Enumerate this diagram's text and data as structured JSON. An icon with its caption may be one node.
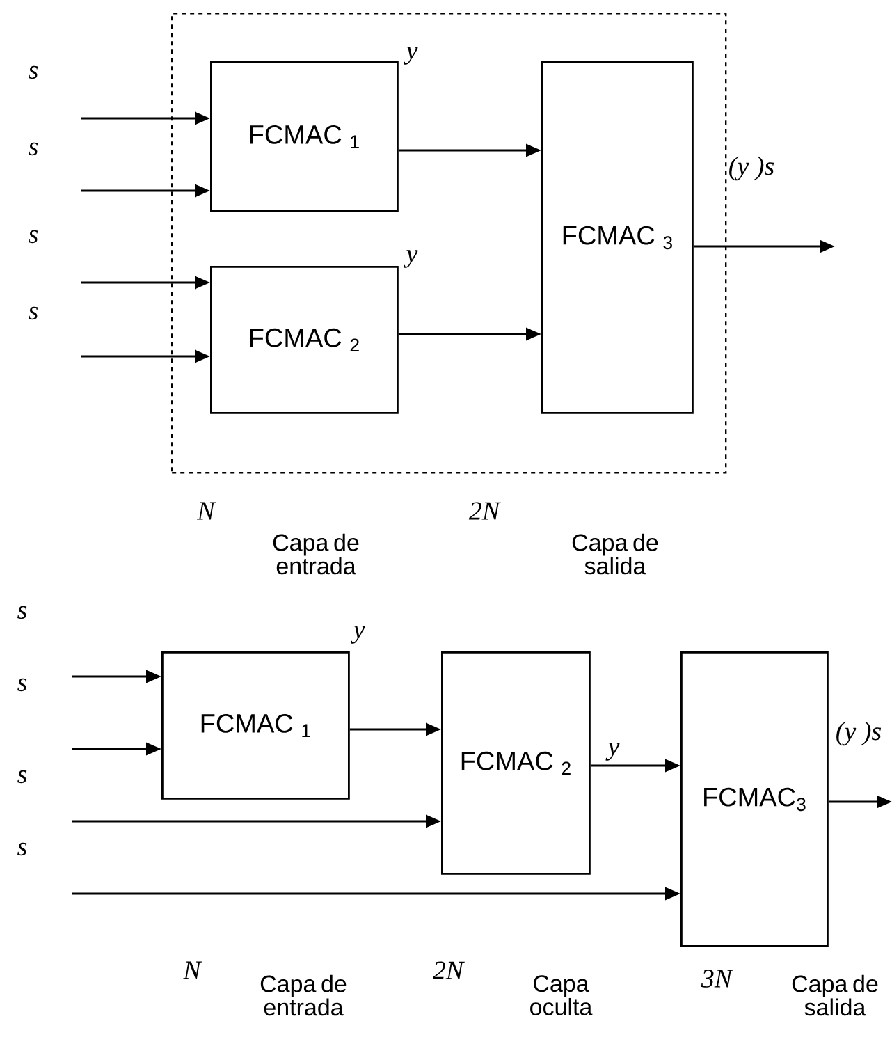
{
  "diagram": {
    "nodes": [
      {
        "text": [],
        "shape": "box"
      },
      {
        "text": [
          "FCMAC $_{1}$"
        ],
        "in": 0
      },
      {
        "text": [
          "FCMAC $_{2}$"
        ],
        "in": 0
      },
      {
        "text": [
          "FCMAC $_{3}$"
        ],
        "in": 0
      },
      {
        "text": [
          "FCMAC $_{1}$"
        ]
      },
      {
        "text": [
          "FCMAC $_{2}$"
        ]
      },
      {
        "text": [
          "FCMAC$_{3}$"
        ]
      }
    ],
    "edges": [
      {
        "from": null,
        "to": 1,
        "arrow": "to"
      },
      {
        "from": null,
        "to": 1,
        "arrow": "to"
      },
      {
        "from": null,
        "to": 2,
        "arrow": "to"
      },
      {
        "from": null,
        "to": 2,
        "arrow": "to"
      },
      {
        "from": 1,
        "to": 3,
        "arrow": "to"
      },
      {
        "from": 2,
        "to": 3,
        "arrow": "to"
      },
      {
        "from": 3,
        "to": null,
        "arrow": "to"
      },
      {
        "from": null,
        "to": 4,
        "arrow": "to"
      },
      {
        "from": null,
        "to": 4,
        "arrow": "to"
      },
      {
        "from": null,
        "to": 5,
        "arrow": "to"
      },
      {
        "from": null,
        "to": 6,
        "arrow": "to"
      },
      {
        "from": 4,
        "to": 5,
        "arrow": "to"
      },
      {
        "from": 5,
        "to": 6,
        "arrow": "to"
      },
      {
        "from": 6,
        "to": null,
        "arrow": "to"
      }
    ],
    "labels": [
      "s",
      "y",
      "s",
      "(y )s",
      "s",
      "y",
      "s",
      "N",
      "2N",
      "Capa de entrada",
      "Capa de salida",
      "s",
      "y",
      "s",
      "s",
      "y",
      "(y )s",
      "s",
      "N",
      "2N",
      "3N",
      "Capa de entrada",
      "Capa oculta",
      "Capa de salida"
    ]
  }
}
